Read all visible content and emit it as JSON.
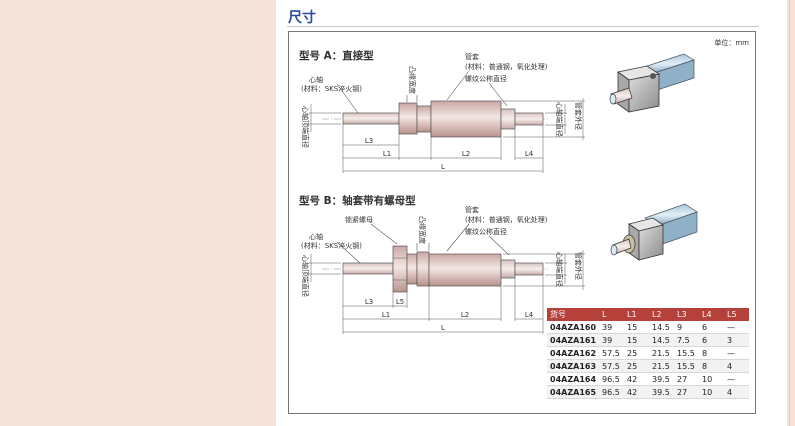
{
  "section": {
    "title": "尺寸"
  },
  "unit_note": "单位：mm",
  "type_a": {
    "heading": "型号 A：直接型",
    "label_core": "心轴",
    "label_core_material": "(材料：SKS淬火钢)",
    "label_core_dia_left": "心轴顶端直径",
    "label_core_dia_right": "心轴端直径",
    "label_flange": "凸缘宽度",
    "label_tube": "管套",
    "label_tube_material": "(材料：普通钢，氧化处理)",
    "label_thread": "螺纹公称直径",
    "label_tube_od": "管套外径",
    "dim_l3": "L3",
    "dim_l1": "L1",
    "dim_l2": "L2",
    "dim_l4": "L4",
    "dim_l": "L"
  },
  "type_b": {
    "heading": "型号 B：轴套带有螺母型",
    "label_locknut": "锁紧螺母",
    "label_core": "心轴",
    "label_core_material": "(材料：SKS淬火钢)",
    "label_core_dia_left": "心轴顶端直径",
    "label_core_dia_right": "心轴端直径",
    "label_flange": "凸缘宽度",
    "label_tube": "管套",
    "label_tube_material": "(材料：普通钢，氧化处理)",
    "label_thread": "螺纹公称直径",
    "label_tube_od": "管套外径",
    "dim_l3": "L3",
    "dim_l5": "L5",
    "dim_l1": "L1",
    "dim_l2": "L2",
    "dim_l4": "L4",
    "dim_l": "L"
  },
  "table": {
    "headers": [
      "货号",
      "L",
      "L1",
      "L2",
      "L3",
      "L4",
      "L5"
    ],
    "rows": [
      [
        "04AZA160",
        "39",
        "15",
        "14.5",
        "9",
        "6",
        "—"
      ],
      [
        "04AZA161",
        "39",
        "15",
        "14.5",
        "7.5",
        "6",
        "3"
      ],
      [
        "04AZA162",
        "57.5",
        "25",
        "21.5",
        "15.5",
        "8",
        "—"
      ],
      [
        "04AZA163",
        "57.5",
        "25",
        "21.5",
        "15.5",
        "8",
        "4"
      ],
      [
        "04AZA164",
        "96.5",
        "42",
        "39.5",
        "27",
        "10",
        "—"
      ],
      [
        "04AZA165",
        "96.5",
        "42",
        "39.5",
        "27",
        "10",
        "4"
      ]
    ]
  }
}
